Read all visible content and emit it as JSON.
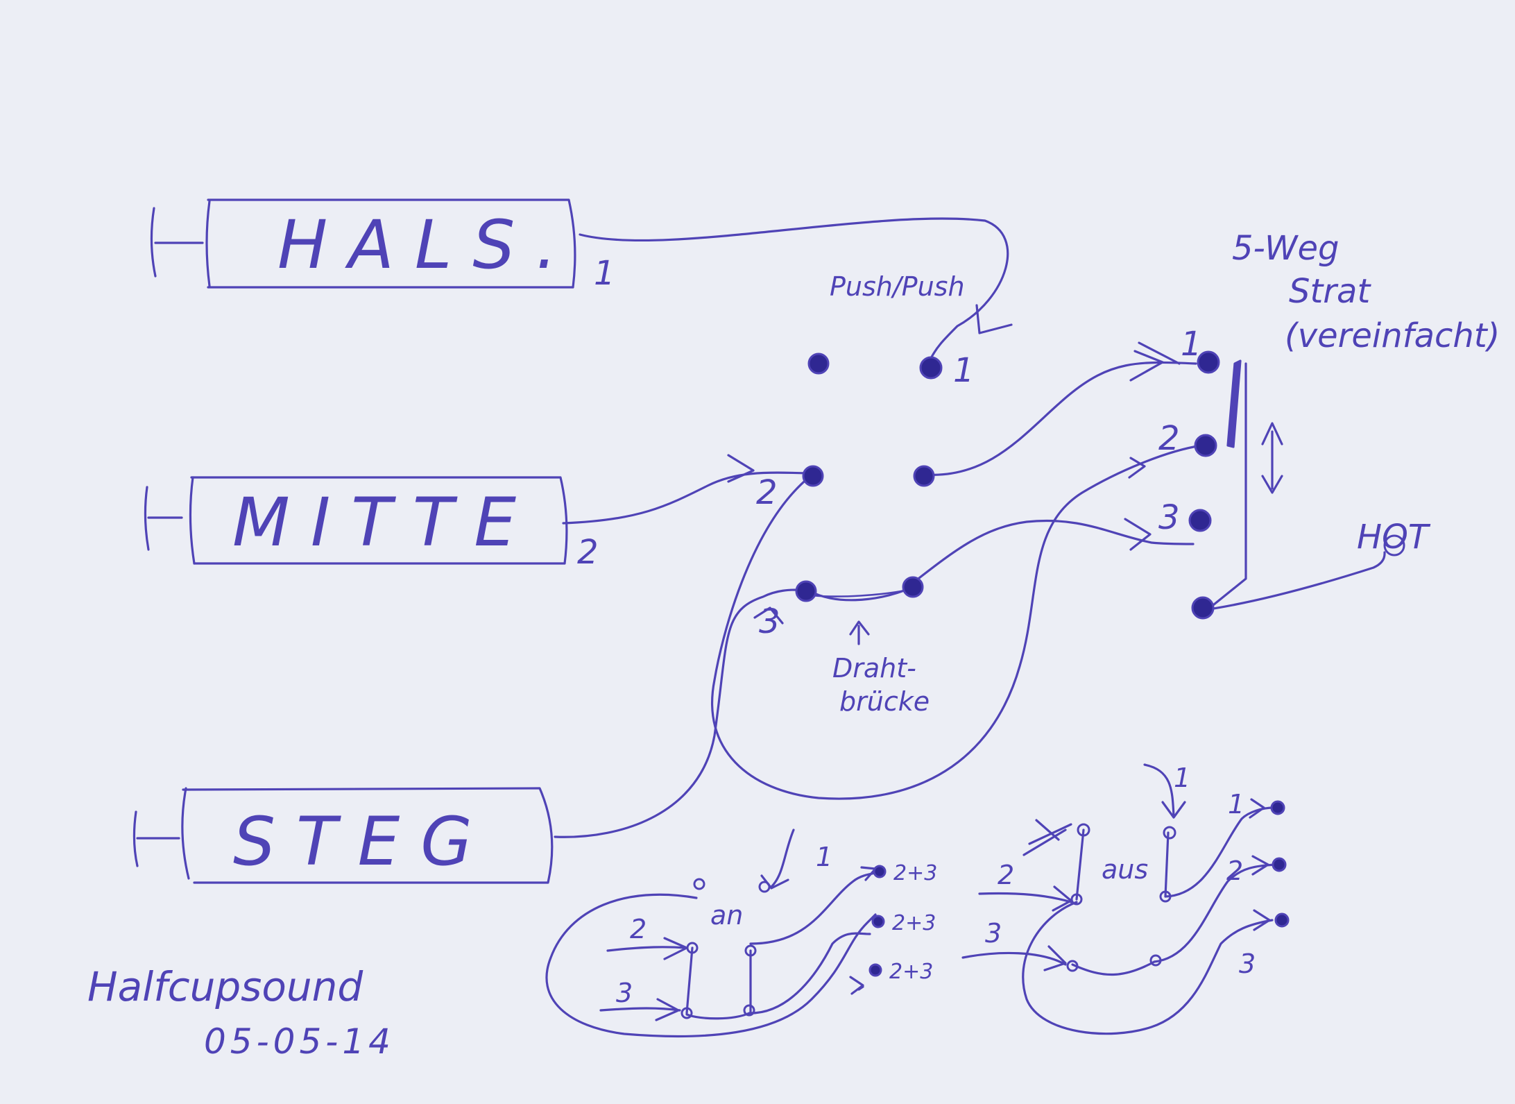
{
  "pickups": {
    "neck": "HALS.",
    "middle": "MITTE",
    "bridge": "STEG"
  },
  "push_push": {
    "label": "Push/Push",
    "pin_labels": [
      "1",
      "2",
      "3"
    ]
  },
  "pickup_wire_labels": {
    "neck": "1",
    "middle": "2"
  },
  "wire_bridge": {
    "line1": "Draht-",
    "line2": "brücke"
  },
  "five_way": {
    "line1": "5-Weg",
    "line2": "Strat",
    "line3": "(vereinfacht)",
    "pin_labels": [
      "1",
      "2",
      "3"
    ]
  },
  "hot_label": "HOT",
  "detail_on": {
    "label": "an",
    "inputs": [
      "1",
      "2",
      "3"
    ],
    "outputs": [
      "2+3",
      "2+3",
      "2+3"
    ]
  },
  "detail_off": {
    "label": "aus",
    "inputs": [
      "1",
      "2",
      "3"
    ],
    "outputs": [
      "1",
      "2",
      "3"
    ]
  },
  "signature": {
    "name": "Halfcupsound",
    "date": "05-05-14"
  },
  "ink_color": "#4f43b6",
  "paper_color": "#eceef5"
}
